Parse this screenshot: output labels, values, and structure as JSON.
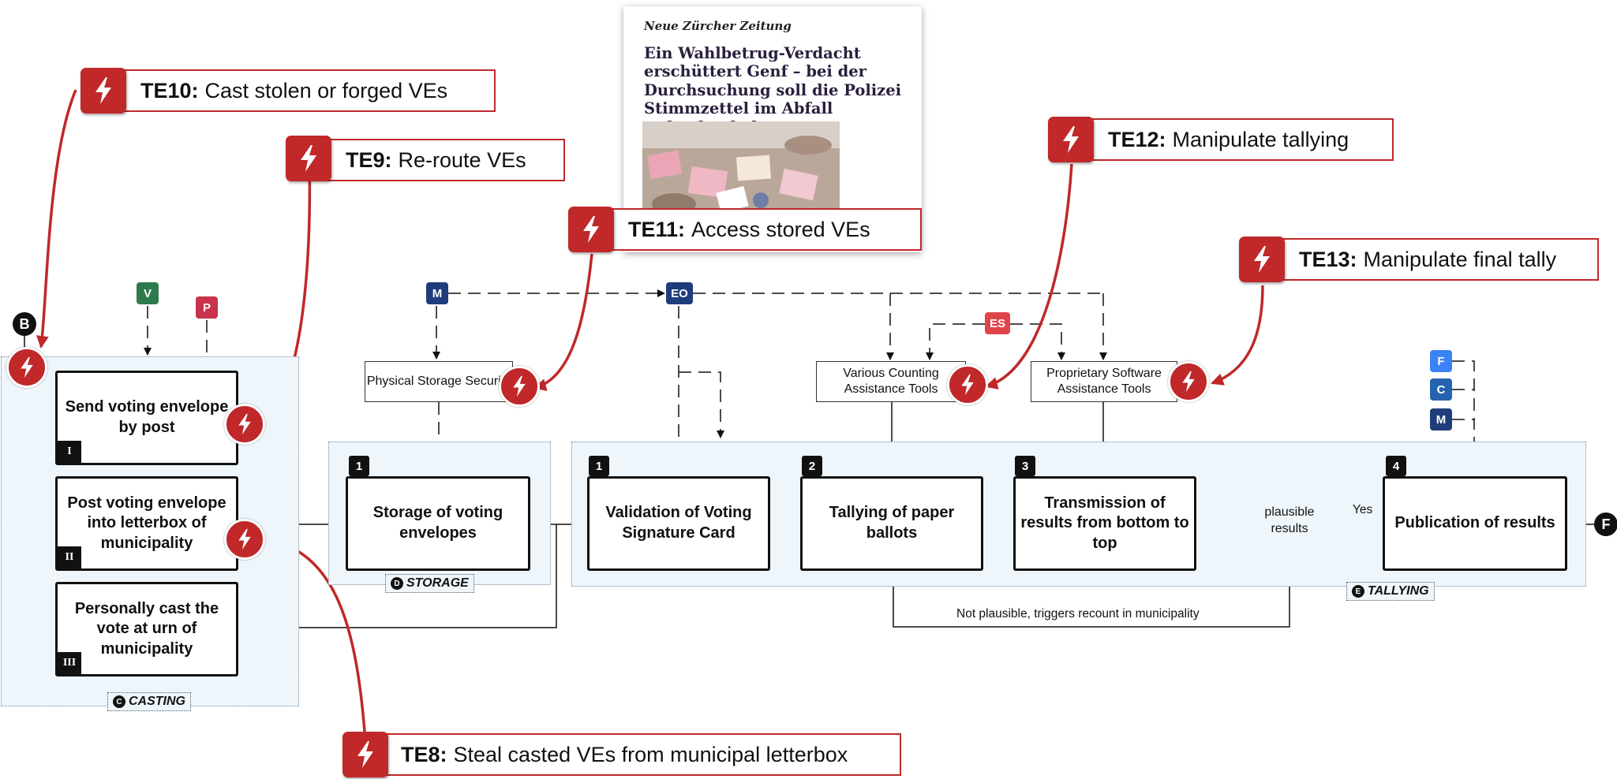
{
  "zones": {
    "casting": {
      "letter": "C",
      "label": "CASTING"
    },
    "storage": {
      "letter": "D",
      "label": "STORAGE"
    },
    "tallying": {
      "letter": "E",
      "label": "TALLYING"
    }
  },
  "terminals": {
    "start": "B",
    "end": "F"
  },
  "actors": {
    "v": {
      "label": "V",
      "color": "#2e7a4f"
    },
    "p": {
      "label": "P",
      "color": "#c8324a"
    },
    "m_top": {
      "label": "M",
      "color": "#1f3d7a"
    },
    "eo": {
      "label": "EO",
      "color": "#1f3d7a"
    },
    "es": {
      "label": "ES",
      "color": "#e0454b"
    },
    "f": {
      "label": "F",
      "color": "#3b82f6"
    },
    "c": {
      "label": "C",
      "color": "#2563b0"
    },
    "m_right": {
      "label": "M",
      "color": "#1f3d7a"
    }
  },
  "casting_steps": [
    {
      "text": "Send voting envelope by post",
      "tag": "I"
    },
    {
      "text": "Post voting envelope into letterbox of municipality",
      "tag": "II"
    },
    {
      "text": "Personally cast the vote at urn of municipality",
      "tag": "III"
    }
  ],
  "storage_step": {
    "num": "1",
    "text": "Storage of voting envelopes"
  },
  "tally_steps": [
    {
      "num": "1",
      "text": "Validation of Voting Signature Card"
    },
    {
      "num": "2",
      "text": "Tallying of paper ballots"
    },
    {
      "num": "3",
      "text": "Transmission of results from bottom to top"
    },
    {
      "num": "4",
      "text": "Publication of results"
    }
  ],
  "decision": {
    "text": "plausible results",
    "yes": "Yes",
    "no": "Not plausible, triggers recount in municipality"
  },
  "tools": {
    "storage_security": "Physical Storage Security",
    "counting": "Various Counting Assistance Tools",
    "software": "Proprietary Software Assistance Tools"
  },
  "threats": [
    {
      "id": "TE10:",
      "text": "Cast stolen or forged VEs"
    },
    {
      "id": "TE9:",
      "text": "Re-route VEs"
    },
    {
      "id": "TE11:",
      "text": "Access stored VEs"
    },
    {
      "id": "TE12:",
      "text": "Manipulate tallying"
    },
    {
      "id": "TE13:",
      "text": "Manipulate final tally"
    },
    {
      "id": "TE8:",
      "text": "Steal casted VEs from municipal letterbox"
    }
  ],
  "newspaper": {
    "masthead": "Neue Zürcher Zeitung",
    "headline": "Ein Wahlbetrug-Verdacht erschüttert Genf – bei der Durchsuchung soll die Polizei Stimmzettel im Abfall gefunden haben"
  },
  "colors": {
    "threat_red": "#c0282a",
    "zone_fill": "#eef6fc"
  },
  "icons": {
    "threat": "lightning-bolt-icon"
  }
}
